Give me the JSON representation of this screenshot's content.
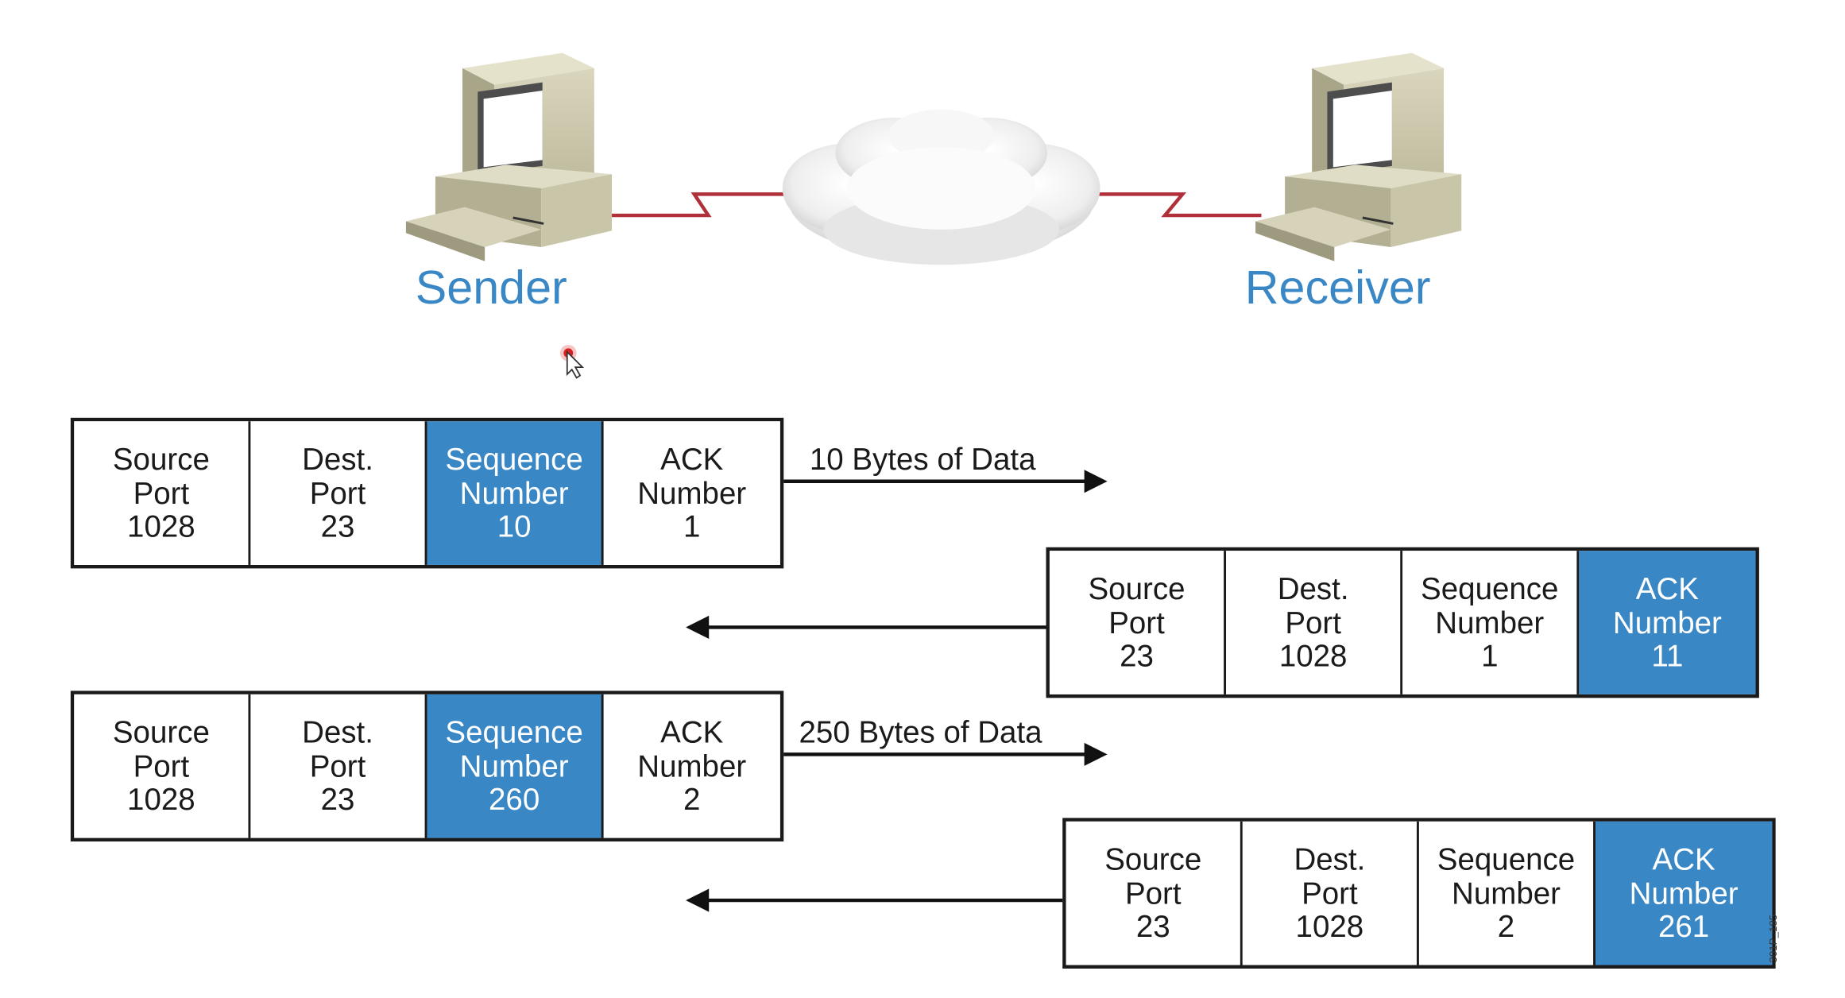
{
  "hosts": {
    "sender_label": "Sender",
    "receiver_label": "Receiver"
  },
  "segments": [
    {
      "direction": "sender-to-receiver",
      "data_label": "10 Bytes of Data",
      "highlighted_field": "sequence",
      "fields": {
        "source": {
          "l1": "Source",
          "l2": "Port",
          "value": "1028"
        },
        "dest": {
          "l1": "Dest.",
          "l2": "Port",
          "value": "23"
        },
        "sequence": {
          "l1": "Sequence",
          "l2": "Number",
          "value": "10"
        },
        "ack": {
          "l1": "ACK",
          "l2": "Number",
          "value": "1"
        }
      }
    },
    {
      "direction": "receiver-to-sender",
      "highlighted_field": "ack",
      "fields": {
        "source": {
          "l1": "Source",
          "l2": "Port",
          "value": "23"
        },
        "dest": {
          "l1": "Dest.",
          "l2": "Port",
          "value": "1028"
        },
        "sequence": {
          "l1": "Sequence",
          "l2": "Number",
          "value": "1"
        },
        "ack": {
          "l1": "ACK",
          "l2": "Number",
          "value": "11"
        }
      }
    },
    {
      "direction": "sender-to-receiver",
      "data_label": "250 Bytes of Data",
      "highlighted_field": "sequence",
      "fields": {
        "source": {
          "l1": "Source",
          "l2": "Port",
          "value": "1028"
        },
        "dest": {
          "l1": "Dest.",
          "l2": "Port",
          "value": "23"
        },
        "sequence": {
          "l1": "Sequence",
          "l2": "Number",
          "value": "260"
        },
        "ack": {
          "l1": "ACK",
          "l2": "Number",
          "value": "2"
        }
      }
    },
    {
      "direction": "receiver-to-sender",
      "highlighted_field": "ack",
      "fields": {
        "source": {
          "l1": "Source",
          "l2": "Port",
          "value": "23"
        },
        "dest": {
          "l1": "Dest.",
          "l2": "Port",
          "value": "1028"
        },
        "sequence": {
          "l1": "Sequence",
          "l2": "Number",
          "value": "2"
        },
        "ack": {
          "l1": "ACK",
          "l2": "Number",
          "value": "261"
        }
      }
    }
  ],
  "figure_code": "301P_185",
  "colors": {
    "accent_blue": "#3a87c6",
    "link_red": "#b0303a",
    "outline": "#1a1a1a"
  },
  "icons": {
    "sender": "desktop-computer-icon",
    "receiver": "desktop-computer-icon",
    "network": "cloud-icon",
    "pointer": "mouse-cursor-icon"
  }
}
